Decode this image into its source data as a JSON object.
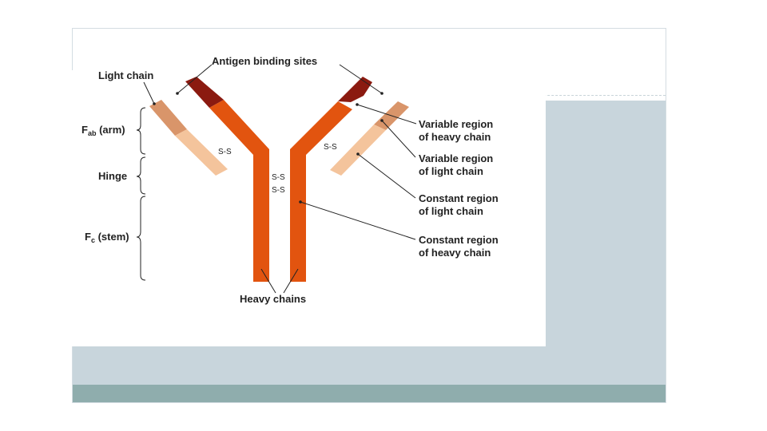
{
  "labels": {
    "antigen_binding_sites": "Antigen binding sites",
    "light_chain": "Light chain",
    "fab_main": "F",
    "fab_sub": "ab",
    "fab_rest": " (arm)",
    "hinge": "Hinge",
    "fc_main": "F",
    "fc_sub": "c",
    "fc_rest": " (stem)",
    "heavy_chains": "Heavy chains",
    "variable_heavy_1": "Variable region",
    "variable_heavy_2": "of heavy chain",
    "variable_light_1": "Variable region",
    "variable_light_2": "of light chain",
    "constant_light_1": "Constant region",
    "constant_light_2": "of light chain",
    "constant_heavy_1": "Constant region",
    "constant_heavy_2": "of heavy chain",
    "disulfide": "S-S"
  },
  "colors": {
    "heavy_constant": "#e2540f",
    "heavy_variable": "#8b1a10",
    "light_constant": "#f4c49c",
    "light_variable": "#d9956a",
    "slide_band": "#c8d5dc",
    "bottom_band": "#8fadad"
  }
}
